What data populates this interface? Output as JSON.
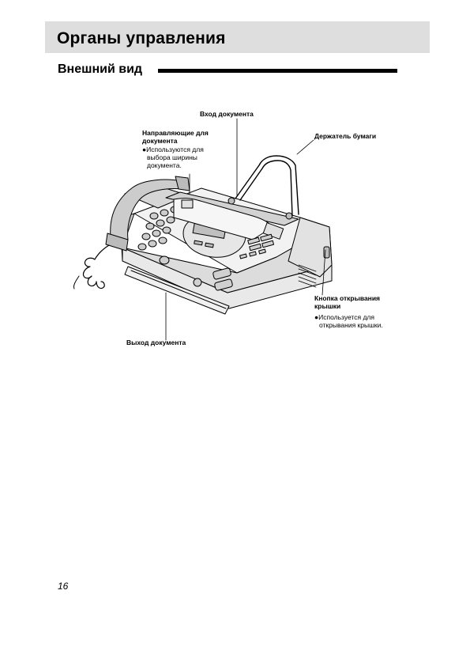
{
  "header": {
    "title": "Органы управления",
    "section": "Внешний вид"
  },
  "callouts": {
    "document_entrance": "Вход документа",
    "guides_title_1": "Направляющие для",
    "guides_title_2": "документа",
    "guides_note_1": "Используются для",
    "guides_note_2": "выбора ширины",
    "guides_note_3": "документа.",
    "paper_holder": "Держатель бумаги",
    "cover_button_title_1": "Кнопка открывания",
    "cover_button_title_2": "крышки",
    "cover_button_note_1": "Используется для",
    "cover_button_note_2": "открывания крышки.",
    "document_exit": "Выход документа"
  },
  "bullet_glyph": "●",
  "footer": {
    "page_number": "16"
  }
}
